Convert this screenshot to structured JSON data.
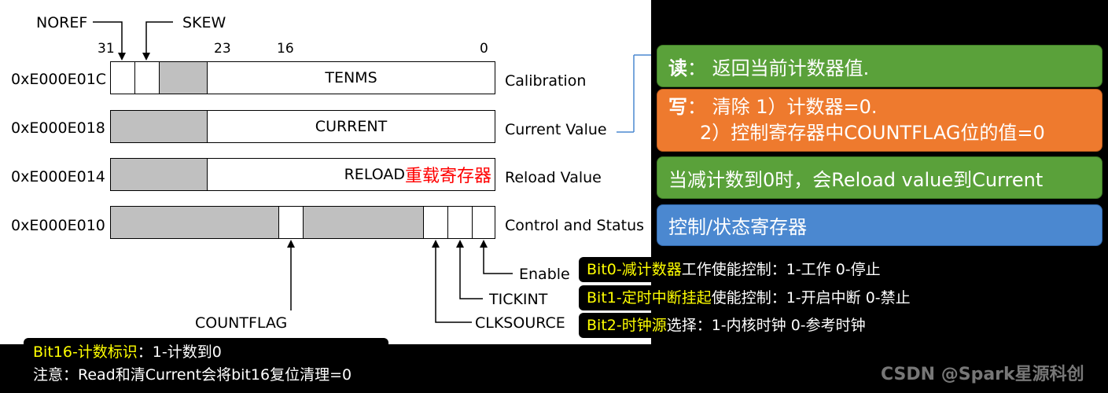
{
  "top_labels": {
    "noref": "NOREF",
    "skew": "SKEW"
  },
  "bit_numbers": {
    "b31": "31",
    "b23": "23",
    "b16": "16",
    "b0": "0"
  },
  "registers": [
    {
      "address": "0xE000E01C",
      "field": "TENMS",
      "name": "Calibration"
    },
    {
      "address": "0xE000E018",
      "field": "CURRENT",
      "name": "Current Value"
    },
    {
      "address": "0xE000E014",
      "field": "RELOAD",
      "field_note": "重载寄存器",
      "name": "Reload Value"
    },
    {
      "address": "0xE000E010",
      "field": "",
      "name": "Control and Status"
    }
  ],
  "control_bits": {
    "countflag": "COUNTFLAG",
    "clksource": "CLKSOURCE",
    "tickint": "TICKINT",
    "enable": "Enable"
  },
  "info_boxes": {
    "read": {
      "key": "读",
      "text": "：  返回当前计数器值.",
      "color": "#5aa13a"
    },
    "write": {
      "key": "写",
      "line1": "：  清除  1）计数器=0.",
      "line2": "2）控制寄存器中COUNTFLAG位的值=0",
      "color": "#ee7a2e"
    },
    "reload": {
      "text": "当减计数到0时，会Reload value到Current",
      "color": "#5aa13a"
    },
    "control": {
      "text": "控制/状态寄存器",
      "color": "#4b88d0"
    }
  },
  "bit_notes": [
    {
      "highlight": "Bit0-减计数器",
      "rest": "工作使能控制：1-工作 0-停止"
    },
    {
      "highlight": "Bit1-定时中断挂起",
      "rest": "使能控制：1-开启中断 0-禁止"
    },
    {
      "highlight": "Bit2-时钟源",
      "rest": "选择：1-内核时钟   0-参考时钟"
    }
  ],
  "bit16_note": {
    "highlight": "Bit16-计数标识",
    "rest": "：1-计数到0",
    "line2": "注意：Read和清Current会将bit16复位清理=0"
  },
  "watermark": "CSDN @Spark星源科创"
}
